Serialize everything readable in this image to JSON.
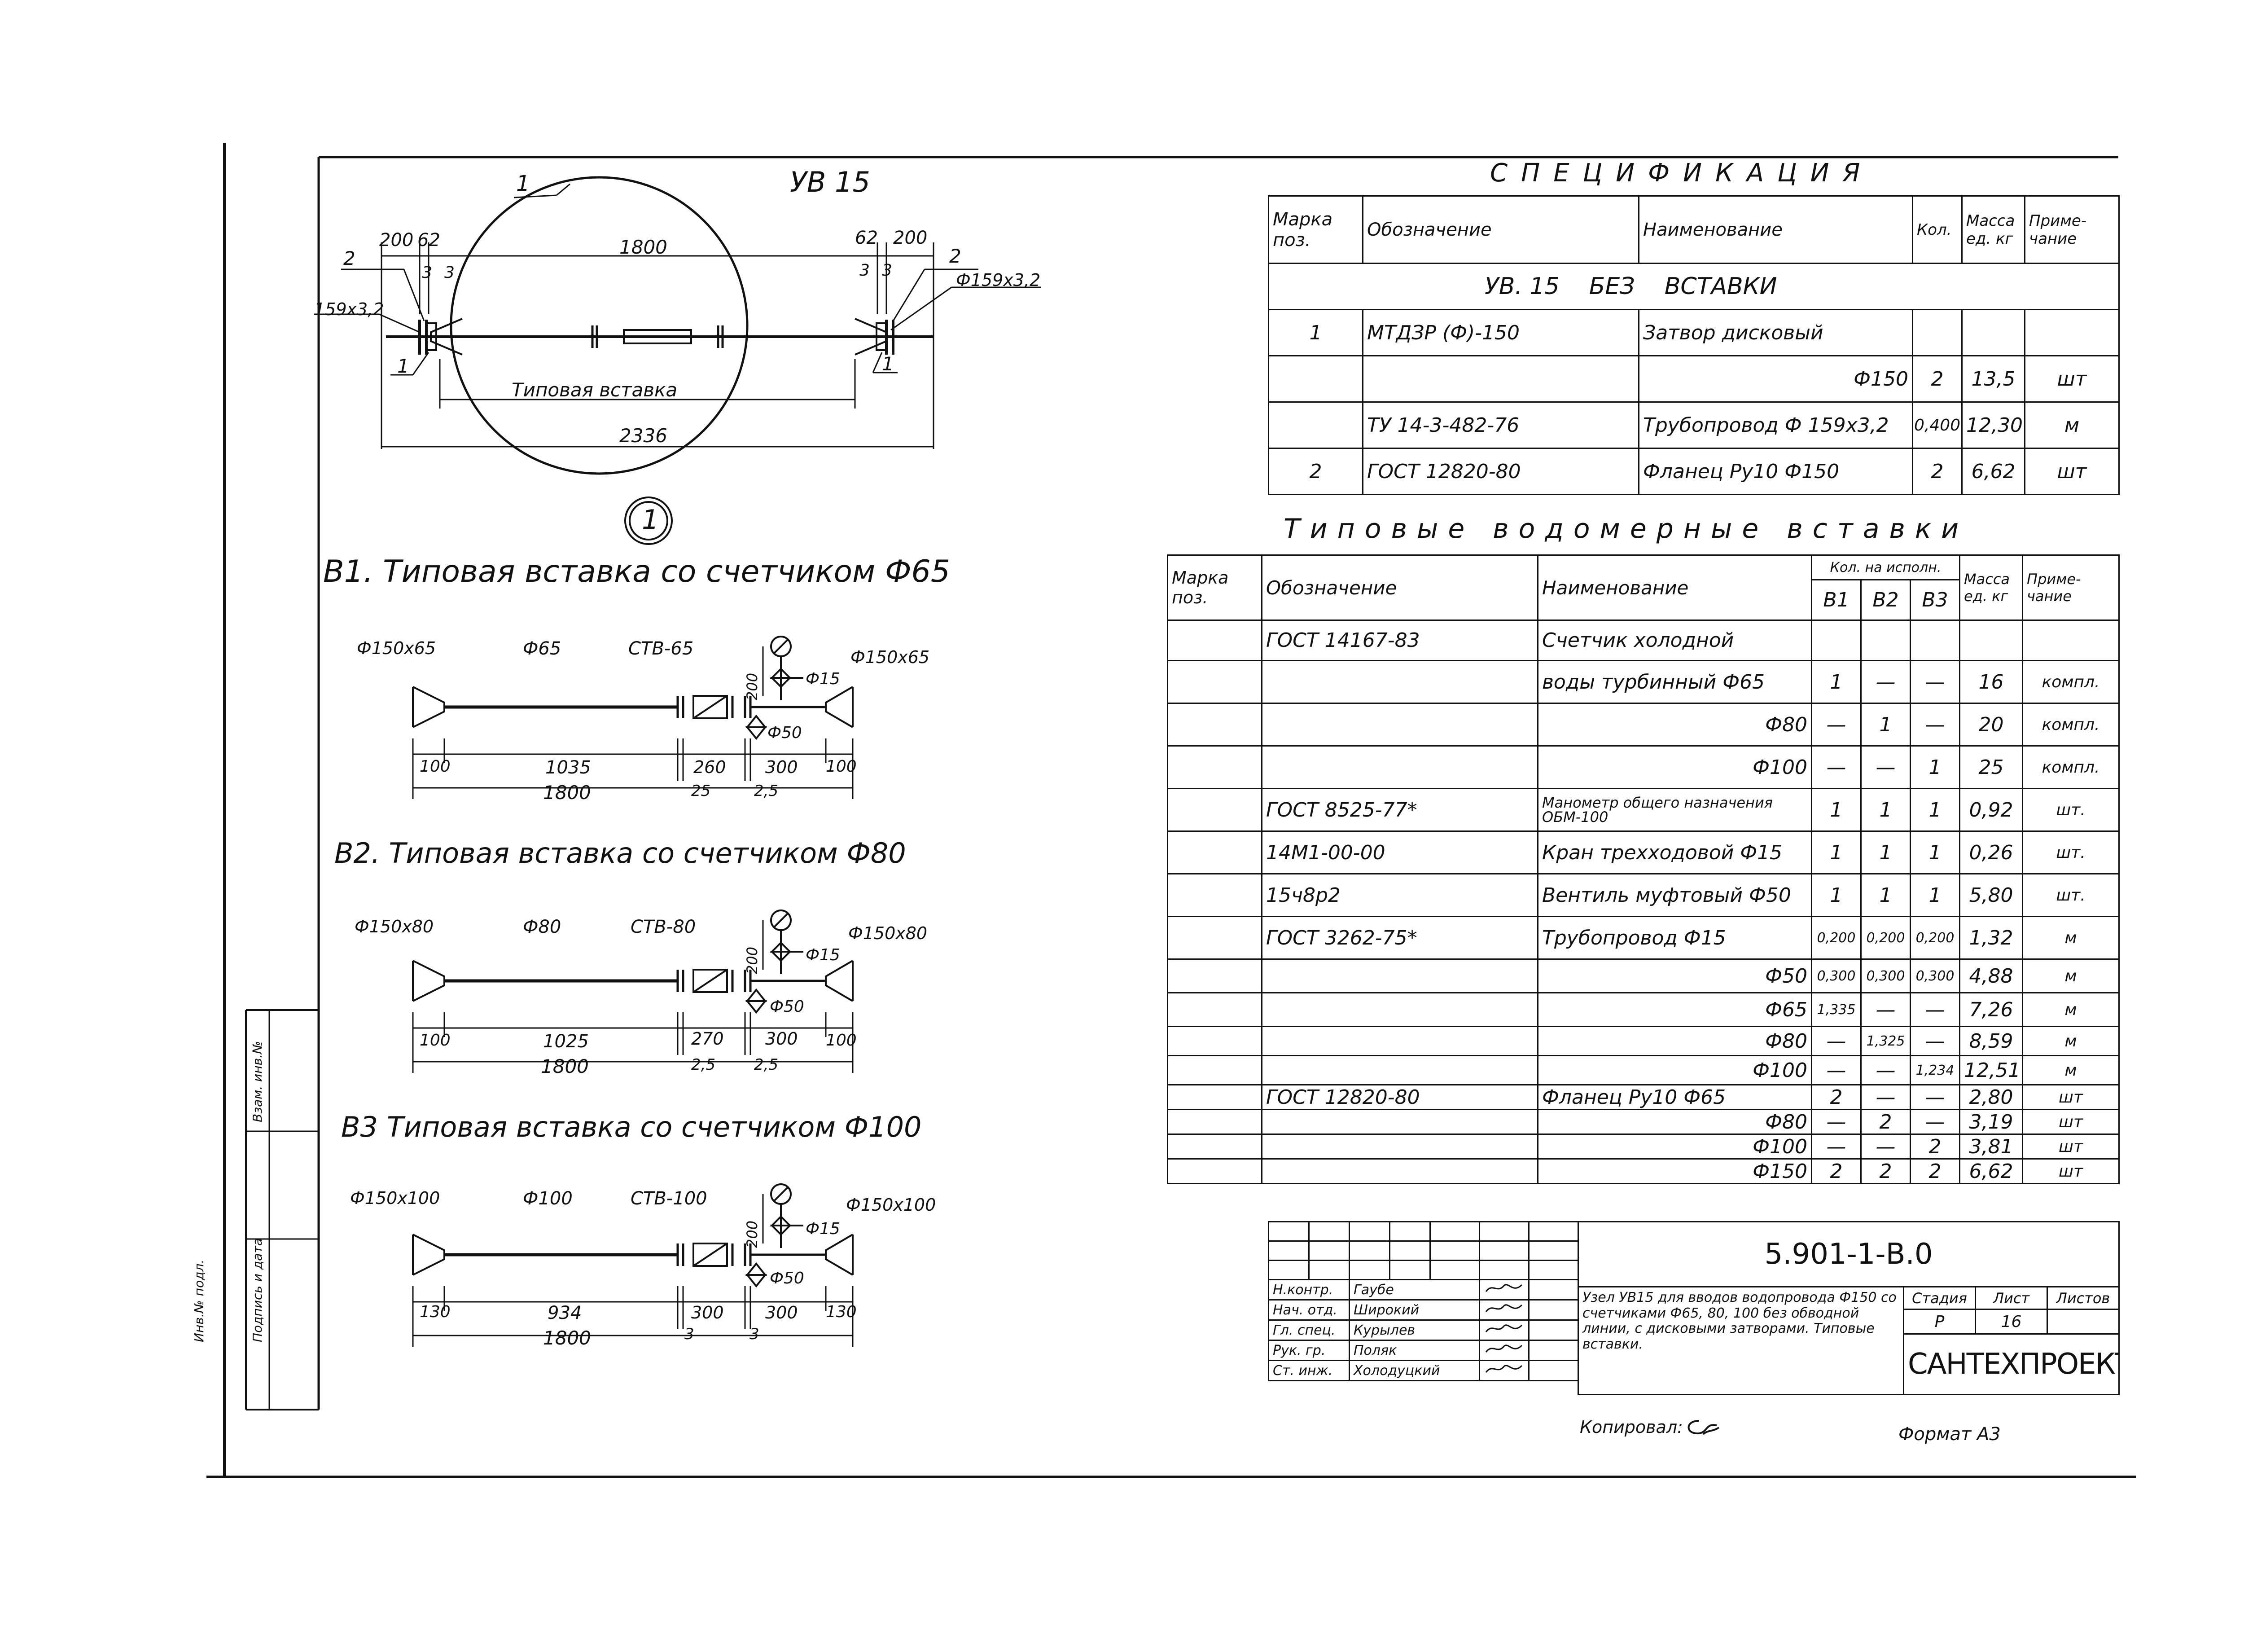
{
  "sheet": {
    "accent": "#111111",
    "background": "#ffffff",
    "copied_label": "Копировал:",
    "format_label": "Формат А3"
  },
  "side_stamp": [
    "Инв.№ подл.",
    "Подпись и дата",
    "Взам. инв.№"
  ],
  "drawing_uv15": {
    "title": "УВ 15",
    "callout": "1",
    "circle_label": "1",
    "dims": {
      "d200_left": "200",
      "d62_left": "62",
      "d1800": "1800",
      "d62_right": "62",
      "d200_right": "200",
      "d3a": "3",
      "d3b": "3",
      "d3c": "3",
      "d3d": "3",
      "d2336": "2336"
    },
    "pos_left": "2",
    "pos_right": "2",
    "pos_1_left": "1",
    "pos_1_right": "1",
    "pipe_left": "159х3,2",
    "pipe_right": "Ф159х3,2",
    "insert_label": "Типовая вставка"
  },
  "inserts": [
    {
      "title": "В1. Типовая вставка со счетчиком Ф65",
      "left": "Ф150х65",
      "pipe": "Ф65",
      "meter": "СТВ-65",
      "valve": "Ф15",
      "right": "Ф150х65",
      "gate": "Ф50",
      "vdim": "200",
      "dims": [
        "100",
        "1035",
        "260",
        "300",
        "100"
      ],
      "sub": [
        "25",
        "2,5"
      ],
      "total": "1800"
    },
    {
      "title": "В2. Типовая вставка со счетчиком Ф80",
      "left": "Ф150х80",
      "pipe": "Ф80",
      "meter": "СТВ-80",
      "valve": "Ф15",
      "right": "Ф150х80",
      "gate": "Ф50",
      "vdim": "200",
      "dims": [
        "100",
        "1025",
        "270",
        "300",
        "100"
      ],
      "sub": [
        "2,5",
        "2,5"
      ],
      "total": "1800"
    },
    {
      "title": "В3 Типовая вставка со счетчиком Ф100",
      "left": "Ф150х100",
      "pipe": "Ф100",
      "meter": "СТВ-100",
      "valve": "Ф15",
      "right": "Ф150х100",
      "gate": "Ф50",
      "vdim": "200",
      "dims": [
        "130",
        "934",
        "300",
        "300",
        "130"
      ],
      "sub": [
        "3",
        "3"
      ],
      "total": "1800"
    }
  ],
  "spec": {
    "title": "СПЕЦИФИКАЦИЯ",
    "headers": [
      "Марка поз.",
      "Обозначение",
      "Наименование",
      "Кол.",
      "Масса ед. кг",
      "Приме- чание"
    ],
    "section": "УВ. 15    БЕЗ    ВСТАВКИ",
    "rows": [
      [
        "1",
        "МТДЗР (Ф)-150",
        "Затвор дисковый",
        "",
        "",
        ""
      ],
      [
        "",
        "",
        "Ф150",
        "2",
        "13,5",
        "шт"
      ],
      [
        "",
        "ТУ 14-3-482-76",
        "Трубопровод  Ф 159х3,2",
        "0,400",
        "12,30",
        "м"
      ],
      [
        "2",
        "ГОСТ 12820-80",
        "Фланец Ру10 Ф150",
        "2",
        "6,62",
        "шт"
      ]
    ]
  },
  "ins_table": {
    "title": "Типовые водомерные вставки",
    "h_mark": "Марка поз.",
    "h_code": "Обозначение",
    "h_name": "Наименование",
    "h_qty": "Кол. на исполн.",
    "h_v": [
      "В1",
      "В2",
      "В3"
    ],
    "h_mass": "Масса ед. кг",
    "h_note": "Приме- чание",
    "rows": [
      [
        "",
        "ГОСТ 14167-83",
        "Счетчик холодной",
        "",
        "",
        "",
        "",
        ""
      ],
      [
        "",
        "",
        "воды турбинный Ф65",
        "1",
        "—",
        "—",
        "16",
        "компл."
      ],
      [
        "",
        "",
        "Ф80",
        "—",
        "1",
        "—",
        "20",
        "компл."
      ],
      [
        "",
        "",
        "Ф100",
        "—",
        "—",
        "1",
        "25",
        "компл."
      ],
      [
        "",
        "ГОСТ 8525-77*",
        "Манометр общего назначения ОБМ-100",
        "1",
        "1",
        "1",
        "0,92",
        "шт."
      ],
      [
        "",
        "14М1-00-00",
        "Кран трехходовой Ф15",
        "1",
        "1",
        "1",
        "0,26",
        "шт."
      ],
      [
        "",
        "15ч8р2",
        "Вентиль муфтовый Ф50",
        "1",
        "1",
        "1",
        "5,80",
        "шт."
      ],
      [
        "",
        "ГОСТ 3262-75*",
        "Трубопровод    Ф15",
        "0,200",
        "0,200",
        "0,200",
        "1,32",
        "м"
      ],
      [
        "",
        "",
        "Ф50",
        "0,300",
        "0,300",
        "0,300",
        "4,88",
        "м"
      ],
      [
        "",
        "",
        "Ф65",
        "1,335",
        "—",
        "—",
        "7,26",
        "м"
      ],
      [
        "",
        "",
        "Ф80",
        "—",
        "1,325",
        "—",
        "8,59",
        "м"
      ],
      [
        "",
        "",
        "Ф100",
        "—",
        "—",
        "1,234",
        "12,51",
        "м"
      ],
      [
        "",
        "ГОСТ 12820-80",
        "Фланец Ру10  Ф65",
        "2",
        "—",
        "—",
        "2,80",
        "шт"
      ],
      [
        "",
        "",
        "Ф80",
        "—",
        "2",
        "—",
        "3,19",
        "шт"
      ],
      [
        "",
        "",
        "Ф100",
        "—",
        "—",
        "2",
        "3,81",
        "шт"
      ],
      [
        "",
        "",
        "Ф150",
        "2",
        "2",
        "2",
        "6,62",
        "шт"
      ]
    ]
  },
  "title_block": {
    "code": "5.901-1-В.0",
    "roles": [
      [
        "Н.контр.",
        "Гаубе"
      ],
      [
        "Нач. отд.",
        "Широкий"
      ],
      [
        "Гл. спец.",
        "Курылев"
      ],
      [
        "Рук. гр.",
        "Поляк"
      ],
      [
        "Ст. инж.",
        "Холодуцкий"
      ]
    ],
    "description": "Узел УВ15 для вводов водопровода Ф150 со счетчиками Ф65, 80, 100 без обводной линии, с дисковыми затворами. Типовые вставки.",
    "h_stage": "Стадия",
    "h_sheet": "Лист",
    "h_sheets": "Листов",
    "stage": "Р",
    "sheet": "16",
    "sheets": "",
    "org": "САНТЕХПРОЕКТ"
  }
}
